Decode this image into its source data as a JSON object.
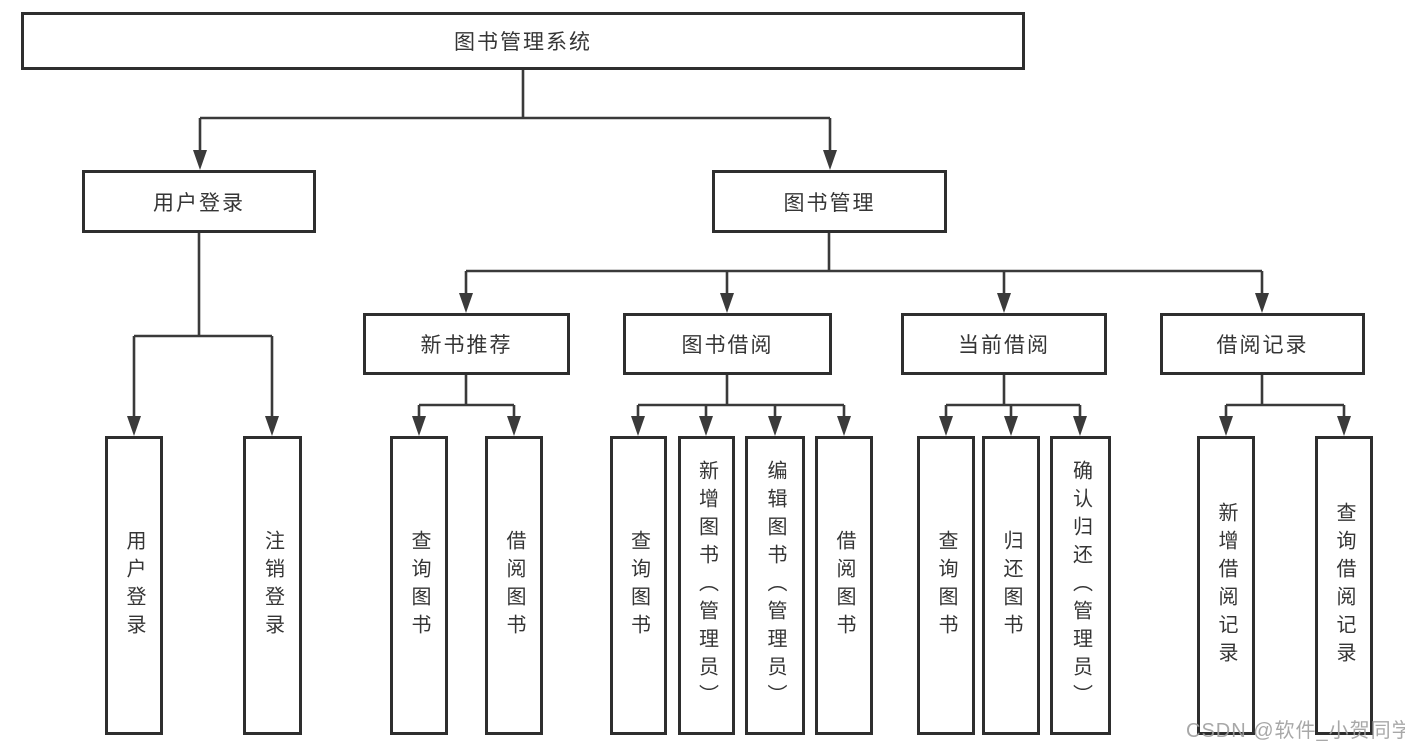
{
  "diagram_title": "图书管理系统",
  "tree": {
    "label": "图书管理系统",
    "children": [
      {
        "label": "用户登录",
        "children": [
          {
            "label": "用户登录"
          },
          {
            "label": "注销登录"
          }
        ]
      },
      {
        "label": "图书管理",
        "children": [
          {
            "label": "新书推荐",
            "children": [
              {
                "label": "查询图书"
              },
              {
                "label": "借阅图书"
              }
            ]
          },
          {
            "label": "图书借阅",
            "children": [
              {
                "label": "查询图书"
              },
              {
                "label": "新增图书（管理员）"
              },
              {
                "label": "编辑图书（管理员）"
              },
              {
                "label": "借阅图书"
              }
            ]
          },
          {
            "label": "当前借阅",
            "children": [
              {
                "label": "查询图书"
              },
              {
                "label": "归还图书"
              },
              {
                "label": "确认归还（管理员）"
              }
            ]
          },
          {
            "label": "借阅记录",
            "children": [
              {
                "label": "新增借阅记录"
              },
              {
                "label": "查询借阅记录"
              }
            ]
          }
        ]
      }
    ]
  },
  "watermark": "CSDN @软件_小贺同学",
  "colors": {
    "line": "#3a3a3a",
    "box_border": "#2e2e2e",
    "text": "#353535",
    "watermark": "#9e9e9e",
    "background": "#ffffff"
  }
}
